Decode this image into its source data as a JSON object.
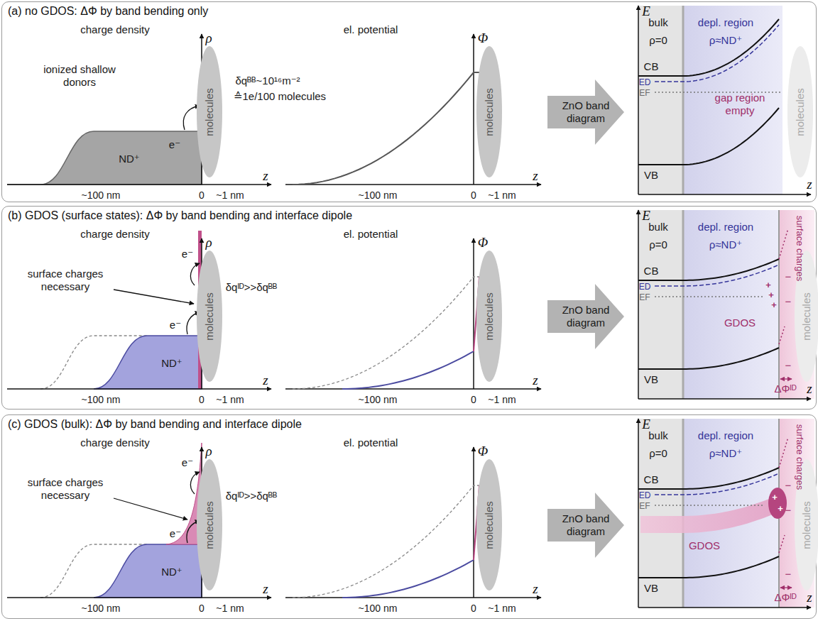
{
  "diagram": {
    "nodes": [
      {
        "text": [
          "(a) no GDOS: ΔΦ by band bending only"
        ]
      },
      {
        "text": [
          "molecules"
        ],
        "in": 0
      },
      {
        "text": [
          "molecules"
        ],
        "in": 0
      },
      {
        "text": [
          "ZnO band diagram"
        ],
        "in": 0
      },
      {
        "text": [
          "molecules"
        ],
        "in": 0
      },
      {
        "text": [
          "(b) GDOS (surface states): ΔΦ by band bending and interface dipole"
        ]
      },
      {
        "text": [
          "molecules"
        ],
        "in": 5
      },
      {
        "text": [
          "molecules"
        ],
        "in": 5
      },
      {
        "text": [
          "ZnO band diagram"
        ],
        "in": 5
      },
      {
        "text": [
          "molecules"
        ],
        "in": 5
      },
      {
        "text": [
          "(c) GDOS (bulk): ΔΦ by band bending and interface dipole"
        ]
      },
      {
        "text": [
          "molecules"
        ],
        "in": 10
      },
      {
        "text": [
          "molecules"
        ],
        "in": 10
      },
      {
        "text": [
          "ZnO band diagram"
        ],
        "in": 10
      },
      {
        "text": [
          "molecules"
        ],
        "in": 10
      }
    ],
    "labels": [
      "charge density",
      "ρ",
      "ionized shallow donors",
      "ND⁺",
      "e⁻",
      "~100 nm",
      "0",
      "~1 nm",
      "z",
      "δqᴮᴮ~10¹⁶m⁻²",
      "≙1e/100 molecules",
      "el. potential",
      "Φ",
      "~100 nm",
      "0",
      "~1 nm",
      "z",
      "E",
      "bulk",
      "ρ=0",
      "depl. region",
      "ρ≈ND⁺",
      "CB",
      "ED",
      "EF",
      "gap region empty",
      "VB",
      "z",
      "charge density",
      "ρ",
      "surface charges necessary",
      "ND⁺",
      "e⁻",
      "e⁻",
      "δqᴵᴰ>>δqᴮᴮ",
      "~100 nm",
      "0",
      "~1 nm",
      "z",
      "el. potential",
      "Φ",
      "~100 nm",
      "0",
      "~1 nm",
      "z",
      "E",
      "bulk",
      "ρ=0",
      "depl. region",
      "ρ≈ND⁺",
      "CB",
      "ED",
      "EF",
      "surface charges",
      "+",
      "+",
      "+",
      "GDOS",
      "−",
      "−",
      "−",
      "VB",
      "ΔΦᴵᴰ",
      "z",
      "charge density",
      "ρ",
      "surface charges necessary",
      "ND⁺",
      "e⁻",
      "e⁻",
      "δqᴵᴰ>>δqᴮᴮ",
      "~100 nm",
      "0",
      "~1 nm",
      "z",
      "el. potential",
      "Φ",
      "~100 nm",
      "0",
      "~1 nm",
      "z",
      "E",
      "bulk",
      "ρ=0",
      "depl. region",
      "ρ≈ND⁺",
      "CB",
      "ED",
      "EF",
      "surface charges",
      "+",
      "+",
      "GDOS",
      "−",
      "−",
      "−",
      "VB",
      "ΔΦᴵᴰ",
      "z"
    ]
  }
}
